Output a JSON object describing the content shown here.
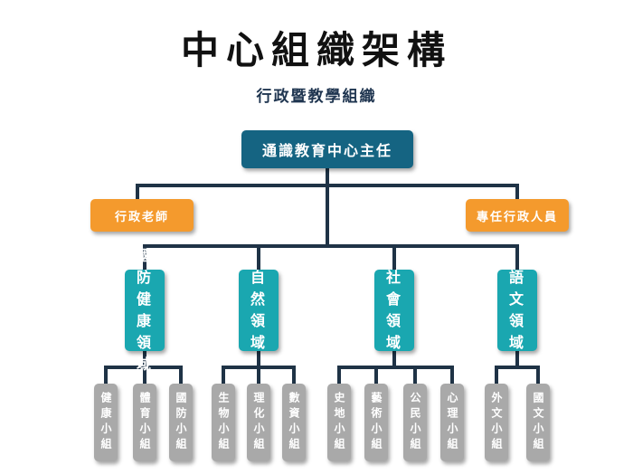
{
  "title": "中心組織架構",
  "subtitle": "行政暨教學組織",
  "director": "通識教育中心主任",
  "admin": {
    "left": "行政老師",
    "right": "專任行政人員"
  },
  "domains": [
    {
      "name": "國防健康領域",
      "groups": [
        "健康小組",
        "體育小組",
        "國防小組"
      ]
    },
    {
      "name": "自然領域",
      "groups": [
        "生物小組",
        "理化小組",
        "數資小組"
      ]
    },
    {
      "name": "社會領域",
      "groups": [
        "史地小組",
        "藝術小組",
        "公民小組",
        "心理小組"
      ]
    },
    {
      "name": "語文領域",
      "groups": [
        "外文小組",
        "國文小組"
      ]
    }
  ],
  "colors": {
    "director": "#156482",
    "admin": "#f49a2d",
    "domain": "#1aa7b0",
    "group": "#a9a9a9",
    "connector": "#1f3346"
  }
}
